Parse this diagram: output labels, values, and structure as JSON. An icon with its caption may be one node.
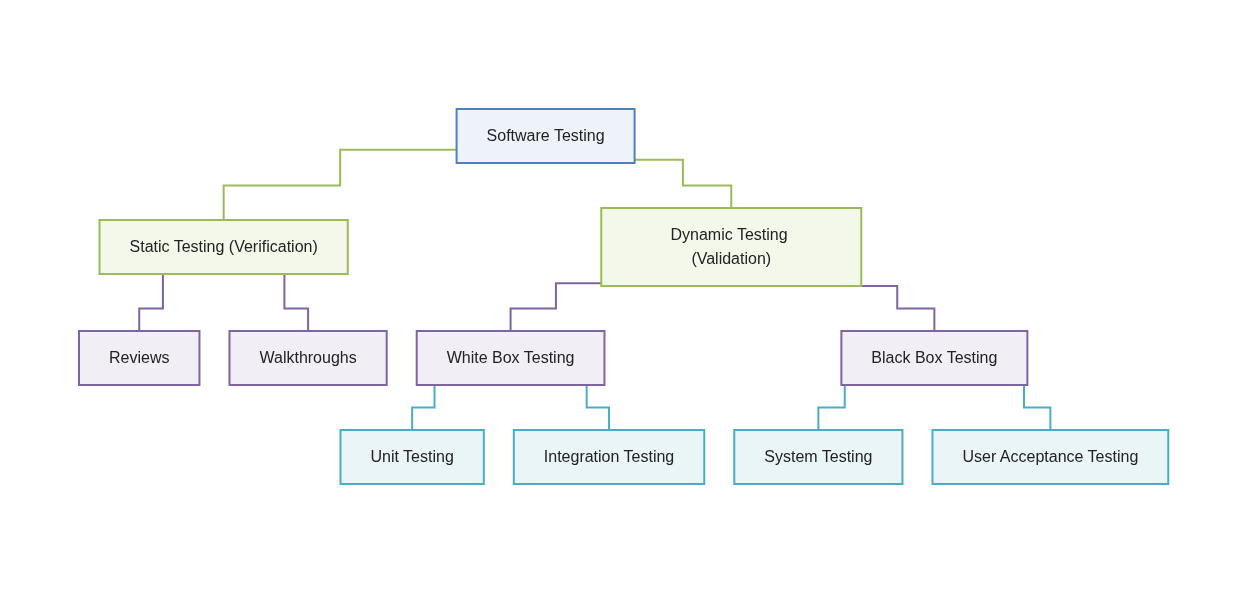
{
  "diagram": {
    "nodes": [
      {
        "text": [
          "Software Testing"
        ]
      },
      {
        "text": [
          "Static Testing (Verification)"
        ]
      },
      {
        "text": [
          "Dynamic Testing (Validation)"
        ]
      },
      {
        "text": [
          "Reviews"
        ]
      },
      {
        "text": [
          "Walkthroughs"
        ]
      },
      {
        "text": [
          "White Box Testing"
        ]
      },
      {
        "text": [
          "Black Box Testing"
        ]
      },
      {
        "text": [
          "Unit Testing"
        ]
      },
      {
        "text": [
          "Integration Testing"
        ]
      },
      {
        "text": [
          "System Testing"
        ]
      },
      {
        "text": [
          "User Acceptance Testing"
        ]
      }
    ],
    "edges": [
      {
        "from": 0,
        "to": 1,
        "arrow": "none",
        "color": "#9bbb59"
      },
      {
        "from": 0,
        "to": 2,
        "arrow": "none",
        "color": "#9bbb59"
      },
      {
        "from": 1,
        "to": 3,
        "arrow": "none",
        "color": "#8064a2"
      },
      {
        "from": 1,
        "to": 4,
        "arrow": "none",
        "color": "#8064a2"
      },
      {
        "from": 2,
        "to": 5,
        "arrow": "none",
        "color": "#8064a2"
      },
      {
        "from": 2,
        "to": 6,
        "arrow": "none",
        "color": "#8064a2"
      },
      {
        "from": 5,
        "to": 7,
        "arrow": "none",
        "color": "#4bacc6"
      },
      {
        "from": 5,
        "to": 8,
        "arrow": "none",
        "color": "#4bacc6"
      },
      {
        "from": 6,
        "to": 9,
        "arrow": "none",
        "color": "#4bacc6"
      },
      {
        "from": 6,
        "to": 10,
        "arrow": "none",
        "color": "#4bacc6"
      }
    ]
  }
}
